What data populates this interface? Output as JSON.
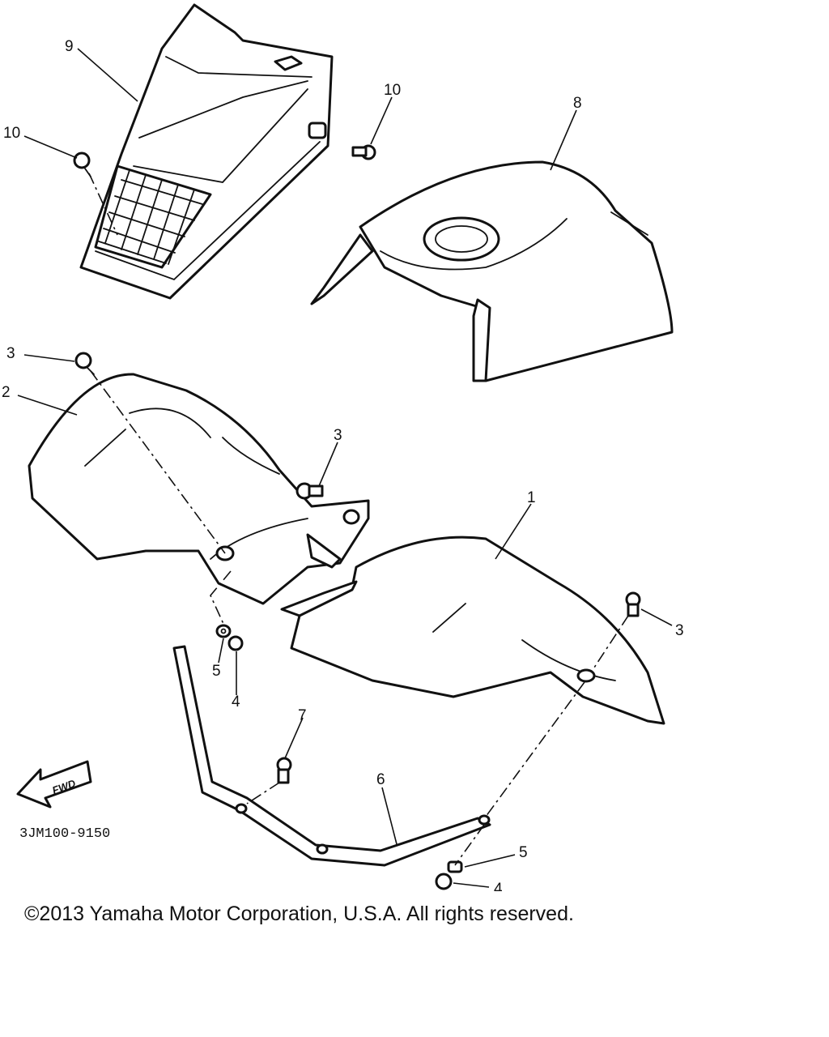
{
  "diagram": {
    "callouts": {
      "c1": "1",
      "c2": "2",
      "c3a": "3",
      "c3b": "3",
      "c3c": "3",
      "c4a": "4",
      "c4b": "4",
      "c5a": "5",
      "c5b": "5",
      "c6": "6",
      "c7": "7",
      "c8": "8",
      "c9": "9",
      "c10a": "10",
      "c10b": "10"
    },
    "fwd_label": "FWD",
    "diagram_code": "3JM100-9150"
  },
  "footer": {
    "copyright": "©2013 Yamaha Motor Corporation, U.S.A. All rights reserved."
  }
}
